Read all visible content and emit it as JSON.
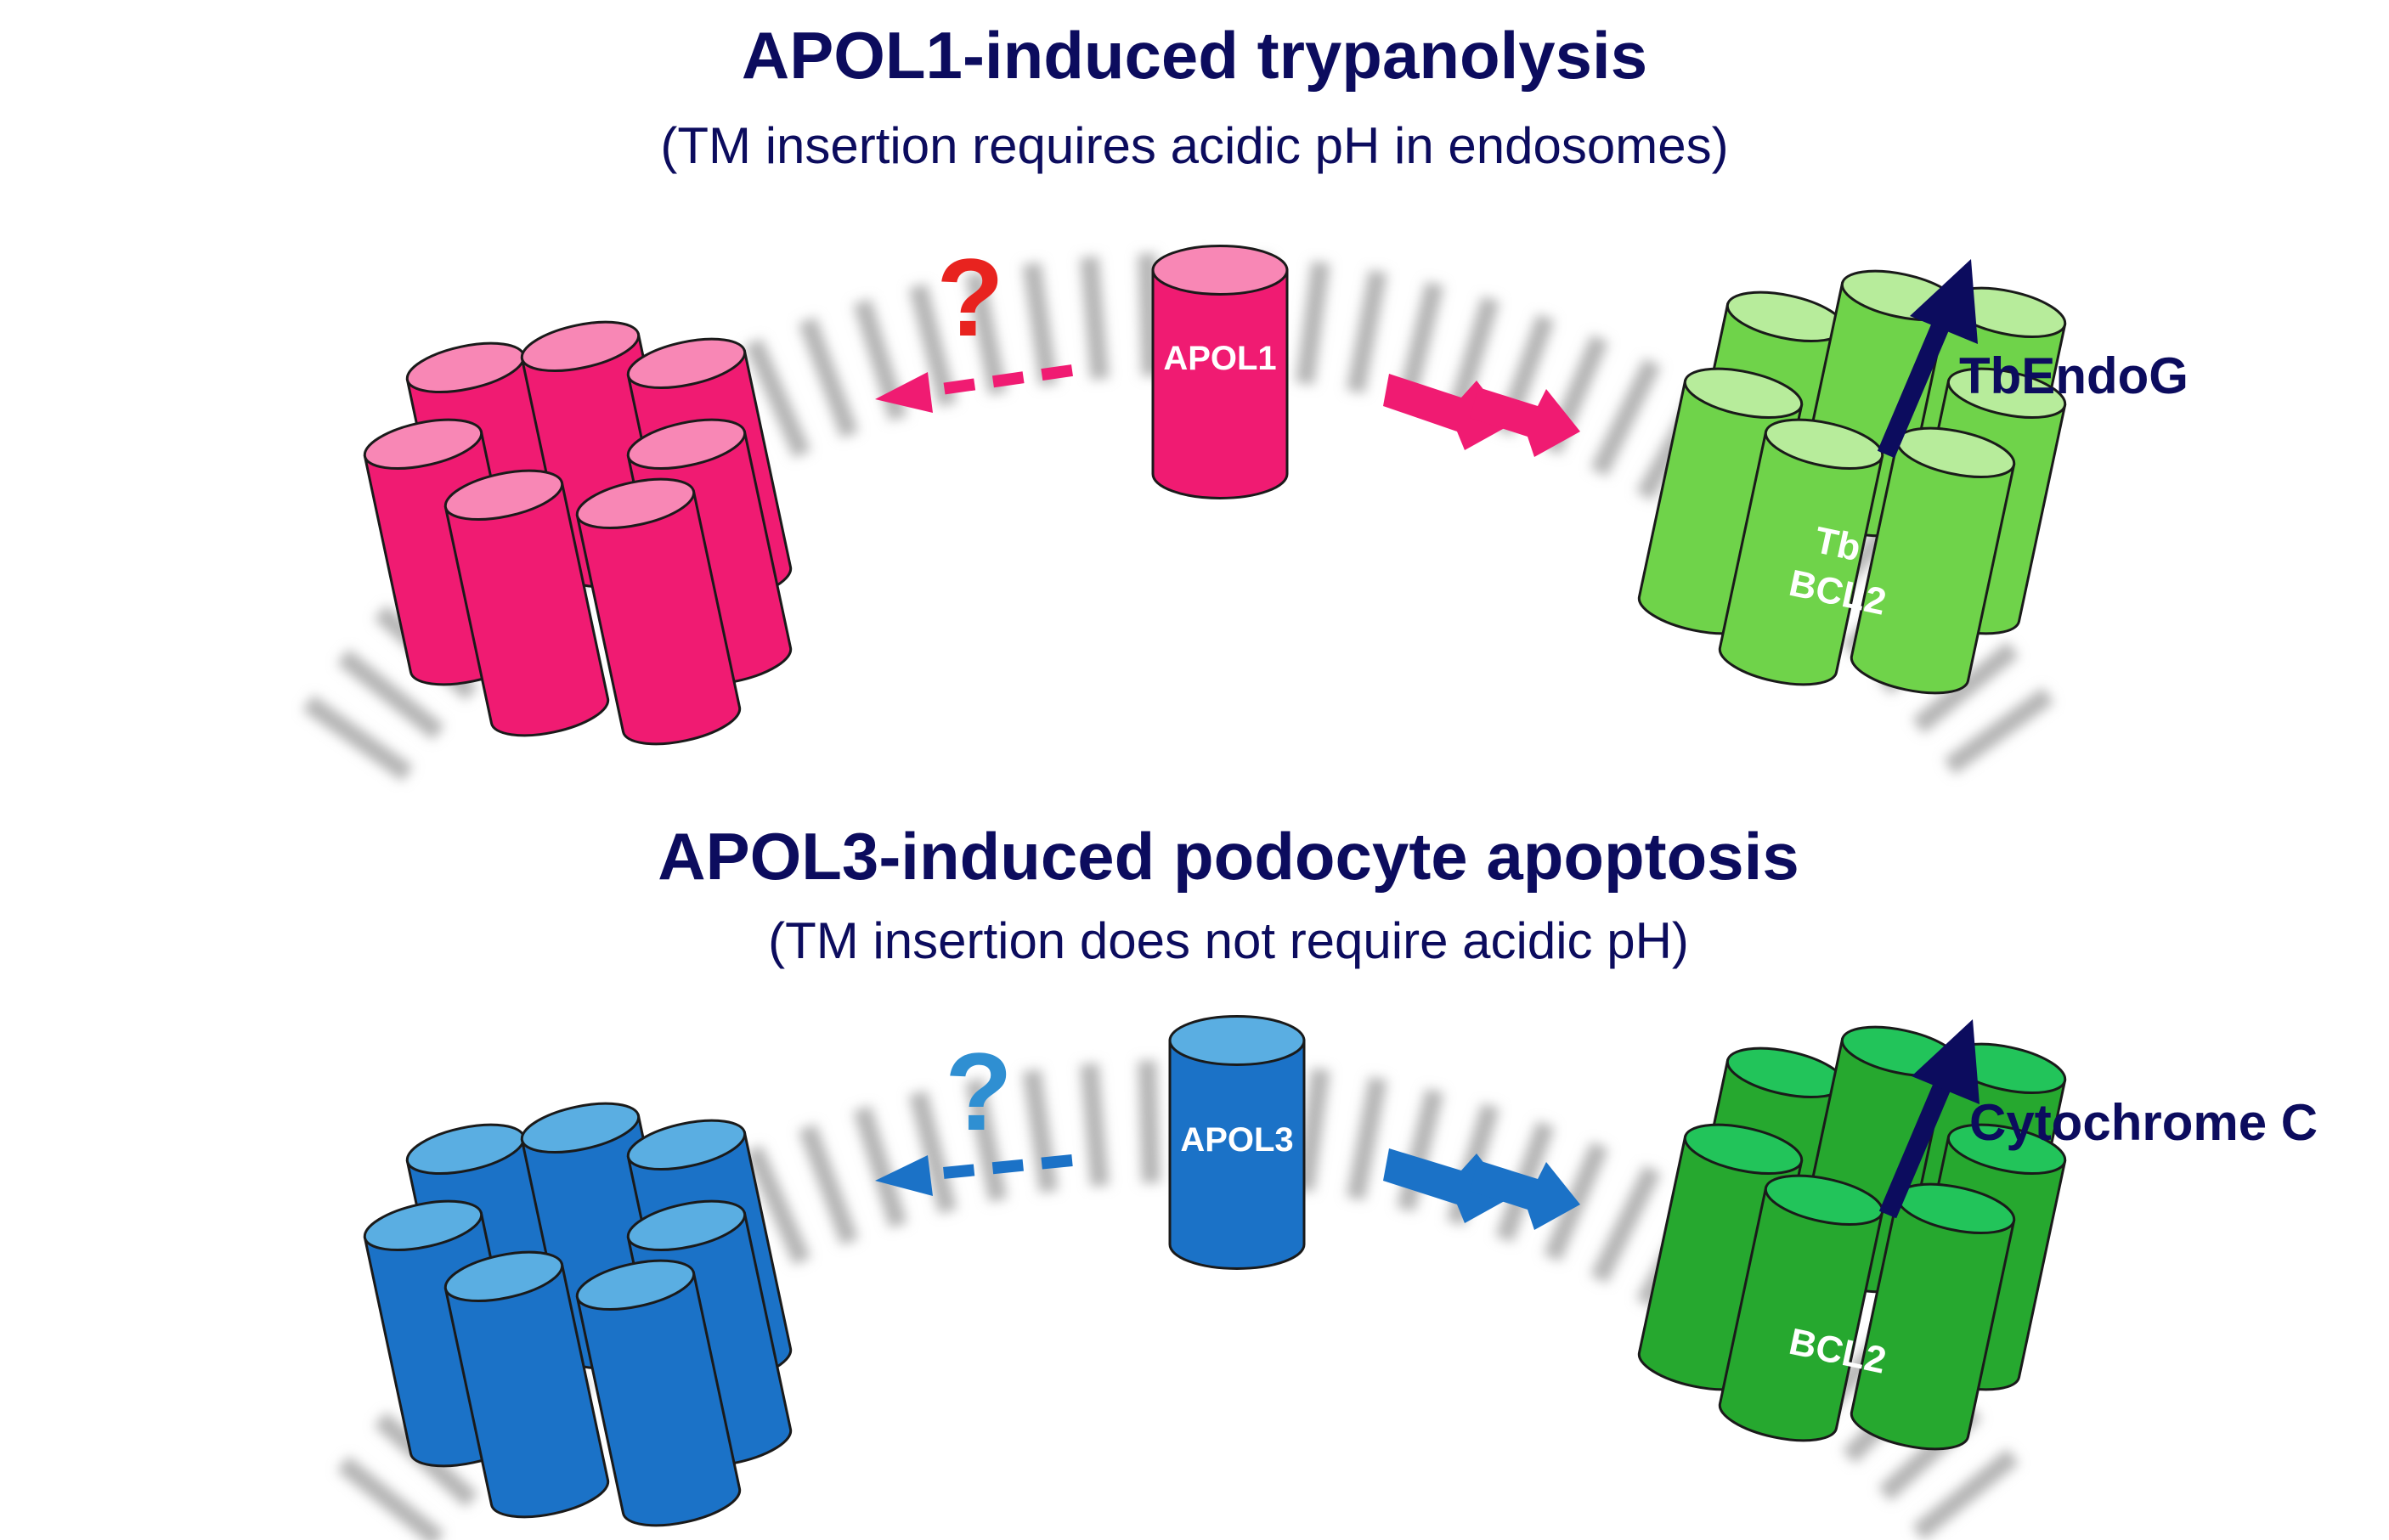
{
  "colors": {
    "title": "#0c0c5e",
    "membrane": "#b5b5b5",
    "apol1": "#f01b72",
    "apol1_top": "#f887b5",
    "apol1_question": "#e8231f",
    "apol3": "#1b72c7",
    "apol3_top": "#5aaee2",
    "apol3_question": "#2f8fd2",
    "tbbcl2": "#6fd34a",
    "tbbcl2_top": "#b7ec9b",
    "bcl2": "#26a82f",
    "bcl2_top": "#22c45a",
    "release_arrow": "#0c0c5e"
  },
  "panels": [
    {
      "id": "top",
      "title": "APOL1-induced trypanolysis",
      "subtitle": "(TM insertion requires acidic pH in endosomes)",
      "question_mark": "?",
      "protein_label": "APOL1",
      "bcl2_label_line1": "Tb",
      "bcl2_label_line2": "BCL2",
      "released_label": "TbEndoG"
    },
    {
      "id": "bottom",
      "title": "APOL3-induced podocyte apoptosis",
      "subtitle": "(TM insertion does not require acidic pH)",
      "question_mark": "?",
      "protein_label": "APOL3",
      "bcl2_label_line1": "",
      "bcl2_label_line2": "BCL2",
      "released_label": "Cytochrome C"
    }
  ]
}
